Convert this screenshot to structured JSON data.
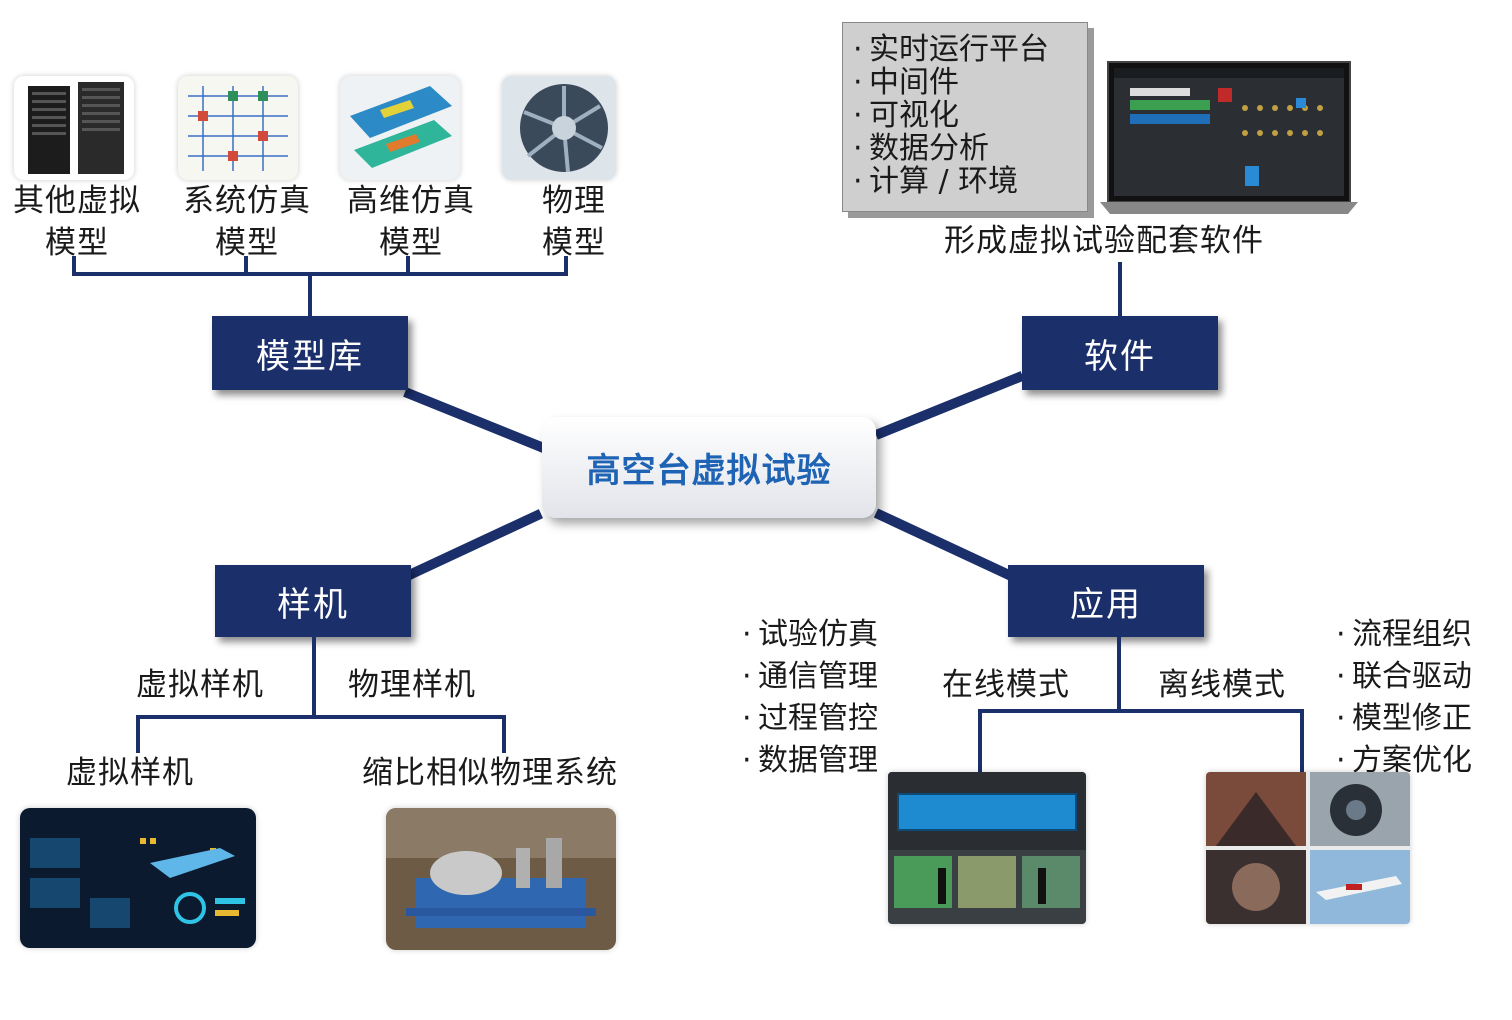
{
  "center": "高空台虚拟试验",
  "hubs": {
    "model_lib": "模型库",
    "software": "软件",
    "prototype": "样机",
    "application": "应用"
  },
  "models": [
    {
      "l1": "其他虚拟",
      "l2": "模型",
      "icon": "server-rack-icon"
    },
    {
      "l1": "系统仿真",
      "l2": "模型",
      "icon": "circuit-diagram-icon"
    },
    {
      "l1": "高维仿真",
      "l2": "模型",
      "icon": "cfd-simulation-icon"
    },
    {
      "l1": "物理",
      "l2": "模型",
      "icon": "turbine-icon"
    }
  ],
  "software": {
    "items": [
      "实时运行平台",
      "中间件",
      "可视化",
      "数据分析",
      "计算 / 环境"
    ],
    "caption": "形成虚拟试验配套软件"
  },
  "prototype": {
    "branch_left": "虚拟样机",
    "branch_right": "物理样机",
    "left_caption": "虚拟样机",
    "right_caption": "缩比相似物理系统"
  },
  "application": {
    "online": "在线模式",
    "offline": "离线模式",
    "online_items": [
      "试验仿真",
      "通信管理",
      "过程管控",
      "数据管理"
    ],
    "offline_items": [
      "流程组织",
      "联合驱动",
      "模型修正",
      "方案优化"
    ]
  },
  "colors": {
    "hub": "#1b2f6b",
    "core_text": "#1f63b4"
  }
}
